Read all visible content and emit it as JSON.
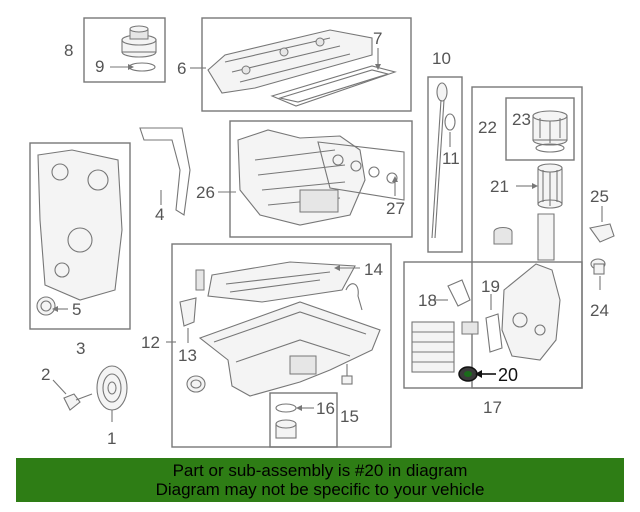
{
  "labels": {
    "l1": "1",
    "l2": "2",
    "l3": "3",
    "l4": "4",
    "l5": "5",
    "l6": "6",
    "l7": "7",
    "l8": "8",
    "l9": "9",
    "l10": "10",
    "l11": "11",
    "l12": "12",
    "l13": "13",
    "l14": "14",
    "l15": "15",
    "l16": "16",
    "l17": "17",
    "l18": "18",
    "l19": "19",
    "l20": "20",
    "l21": "21",
    "l22": "22",
    "l23": "23",
    "l24": "24",
    "l25": "25",
    "l26": "26",
    "l27": "27"
  },
  "highlighted_part": "20",
  "banner": {
    "line1": "Part or sub-assembly is #20 in diagram",
    "line2": "Diagram may not be specific to your vehicle",
    "color": "#2e7d15"
  }
}
